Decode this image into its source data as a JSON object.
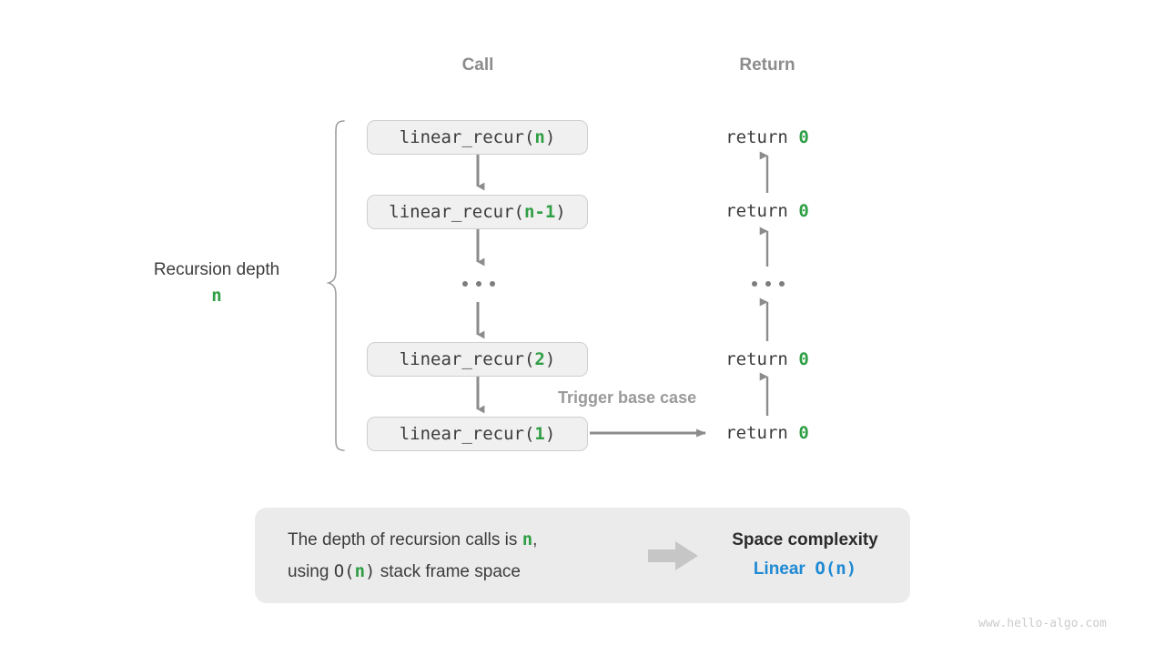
{
  "diagram": {
    "columns": {
      "call_header": "Call",
      "return_header": "Return"
    },
    "depth_bracket": {
      "label": "Recursion depth",
      "value": "n"
    },
    "call_stack": [
      {
        "prefix": "linear_recur(",
        "arg": "n",
        "suffix": ")"
      },
      {
        "prefix": "linear_recur(",
        "arg": "n-1",
        "suffix": ")"
      },
      {
        "prefix": "linear_recur(",
        "arg": "2",
        "suffix": ")"
      },
      {
        "prefix": "linear_recur(",
        "arg": "1",
        "suffix": ")"
      }
    ],
    "ellipsis": "…",
    "returns": [
      {
        "keyword": "return",
        "value": "0"
      },
      {
        "keyword": "return",
        "value": "0"
      },
      {
        "keyword": "return",
        "value": "0"
      },
      {
        "keyword": "return",
        "value": "0"
      }
    ],
    "trigger_note": "Trigger base case",
    "summary": {
      "line1_a": "The depth of recursion calls is ",
      "line1_n": "n",
      "line1_b": ",",
      "line2_a": "using ",
      "line2_o": "O(",
      "line2_n": "n",
      "line2_c": ")",
      "line2_b": " stack frame space",
      "title": "Space complexity",
      "value_word": "Linear",
      "value_bigo": "O(n)"
    },
    "watermark": "www.hello-algo.com",
    "colors": {
      "accent_green": "#2f9e44",
      "accent_blue": "#1f8ad3",
      "arrow_gray": "#8c8c8c",
      "box_fill": "#f0f0f0",
      "box_border": "#cfcfcf",
      "panel_fill": "#ebebeb",
      "text_dark": "#3c3c3c",
      "text_muted": "#8c8c8c"
    }
  }
}
